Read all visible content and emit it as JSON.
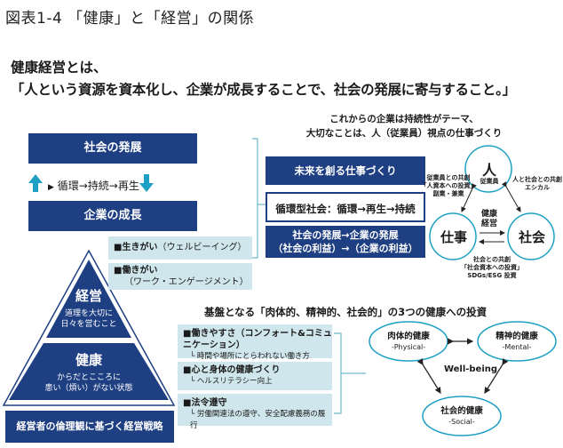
{
  "figure_title": "図表1-4 「健康」と「経営」の関係",
  "heading": {
    "line1": "健康経営とは、",
    "line2": "「人という資源を資本化し、企業が成長することで、社会の発展に寄与すること。」"
  },
  "left": {
    "society_box": "社会の発展",
    "cycle_text": "循環→持続→再生",
    "corp_box": "企業の成長",
    "wellbeing_items": [
      {
        "title": "■生きがい",
        "sub": "（ウェルビーイング）"
      },
      {
        "title": "■働きがい",
        "sub": "（ワーク・エンゲージメント）"
      }
    ],
    "pyramid": {
      "keiei_title": "経営",
      "keiei_desc_1": "道理を大切に",
      "keiei_desc_2": "日々を営むこと",
      "kenko_title": "健康",
      "kenko_desc_1": "からだとこころに",
      "kenko_desc_2": "患い（煩い）がない状態"
    },
    "base_bar": "経営者の倫理観に基づく経営戦略"
  },
  "right": {
    "title_line1": "これからの企業は持続性がテーマ、",
    "title_line2": "大切なことは、人（従業員）視点の仕事づくり",
    "box1": "未来を創る仕事づくり",
    "box2": "循環型社会：循環→再生→持続",
    "box3_line1": "社会の発展→企業の発展",
    "box3_line2": "（社会の利益）→（企業の利益）",
    "circles": {
      "person": "人",
      "person_sub": "従業員",
      "work": "仕事",
      "society": "社会",
      "center_1": "健康",
      "center_2": "経営"
    },
    "labels": {
      "left_top_1": "従業員との共創",
      "left_top_2": "「人資本への投資」",
      "left_top_3": "副業・兼業",
      "right_top_1": "人と社会との共創",
      "right_top_2": "エシカル",
      "bottom_1": "社会との共創",
      "bottom_2": "「社会資本への投資」",
      "bottom_3": "SDGs/ESG 投資"
    }
  },
  "bottom": {
    "heading": "基盤となる「肉体的、精神的、社会的」の3つの健康への投資",
    "items": [
      {
        "title": "■働きやすさ（コンフォート&コミュニケーション）",
        "sub": "時間や場所にとらわれない働き方"
      },
      {
        "title": "■心と身体の健康づくり",
        "sub": "ヘルスリテラシー向上"
      },
      {
        "title": "■法令遵守",
        "sub": "労働関連法の遵守、安全配慮義務の履行"
      }
    ],
    "ovals": {
      "physical": "肉体的健康",
      "physical_en": "-Physical-",
      "mental": "精神的健康",
      "mental_en": "-Mental-",
      "social": "社会的健康",
      "social_en": "-Social-",
      "center": "Well-being"
    }
  },
  "colors": {
    "navy": "#1f3f83",
    "teal_light": "#cfe6ec",
    "arrow_teal": "#1da0c3"
  }
}
